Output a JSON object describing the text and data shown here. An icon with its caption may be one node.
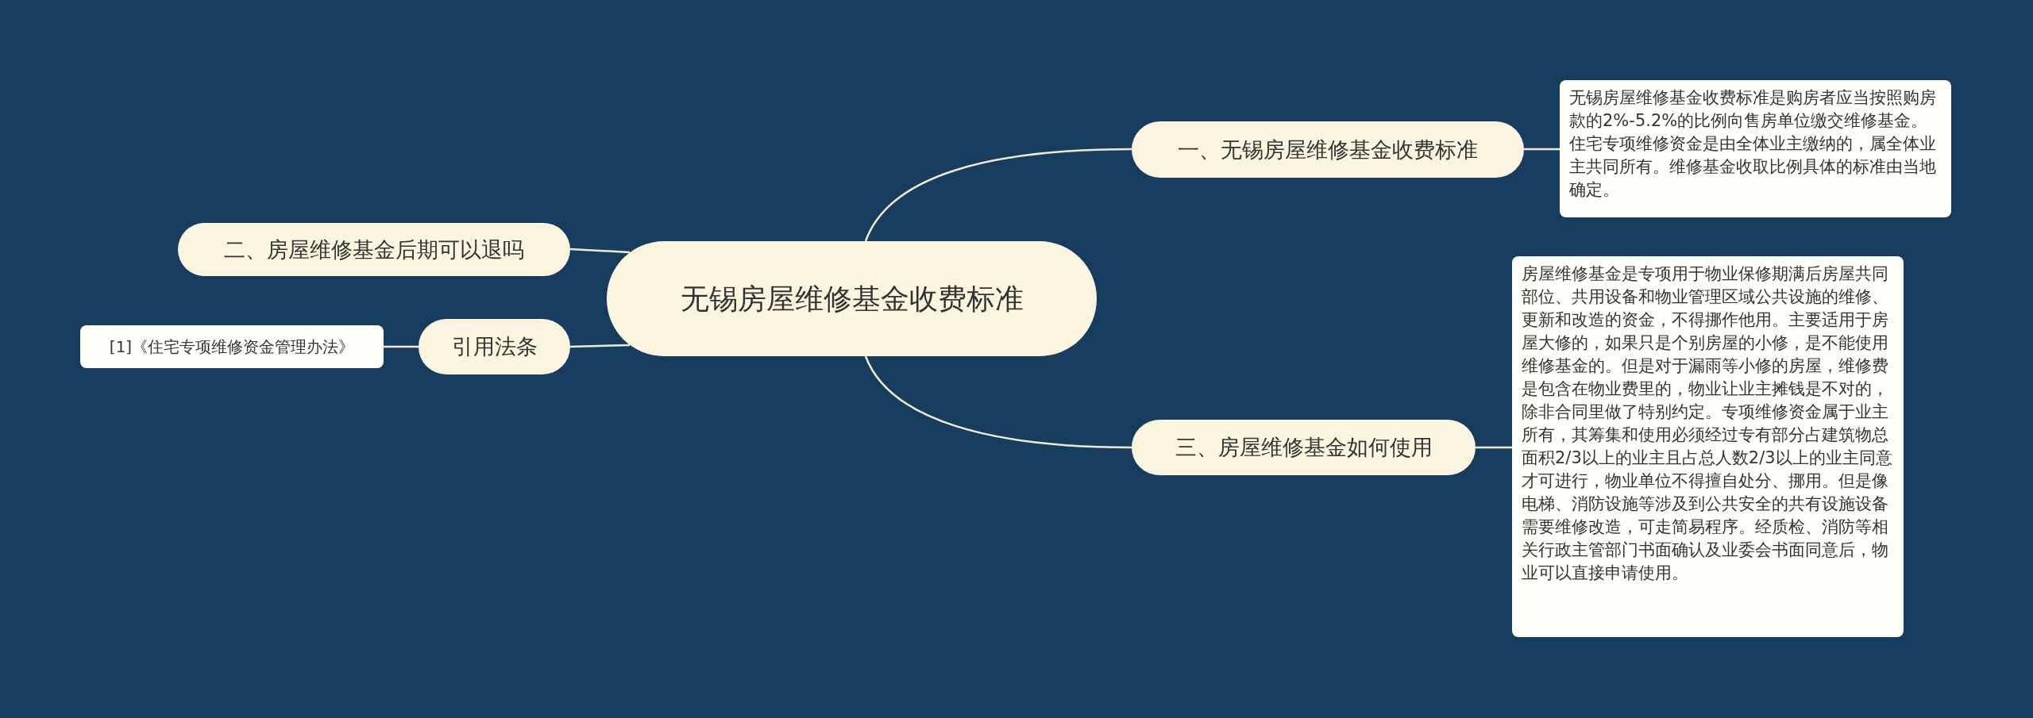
{
  "diagram": {
    "nodes": [
      {
        "text": [
          "无锡房屋维修基金收费标准"
        ]
      },
      {
        "text": [
          "一、无锡房屋维修基金收费标准"
        ]
      },
      {
        "text": [
          "无锡房屋维修基金收费标准是购房者应当按照购房款的2%-5.2%的比例向售房单位缴交维修基金。住宅专项维修资金是由全体业主缴纳的，属全体业主共同所有。维修基金收取比例具体的标准由当地确定。"
        ]
      },
      {
        "text": [
          "二、房屋维修基金后期可以退吗"
        ]
      },
      {
        "text": [
          "引用法条"
        ]
      },
      {
        "text": [
          "[1]《住宅专项维修资金管理办法》"
        ]
      },
      {
        "text": [
          "三、房屋维修基金如何使用"
        ]
      },
      {
        "text": [
          "房屋维修基金是专项用于物业保修期满后房屋共同部位、共用设备和物业管理区域公共设施的维修、更新和改造的资金，不得挪作他用。主要适用于房屋大修的，如果只是个别房屋的小修，是不能使用维修基金的。但是对于漏雨等小修的房屋，维修费是包含在物业费里的，物业让业主摊钱是不对的，除非合同里做了特别约定。专项维修资金属于业主所有，其筹集和使用必须经过专有部分占建筑物总面积2/3以上的业主且占总人数2/3以上的业主同意才可进行，物业单位不得擅自处分、挪用。但是像电梯、消防设施等涉及到公共安全的共有设施设备需要维修改造，可走简易程序。经质检、消防等相关行政主管部门书面确认及业委会书面同意后，物业可以直接申请使用。"
        ]
      }
    ],
    "edges": [
      {
        "from": 0,
        "to": 1,
        "arrow": "none"
      },
      {
        "from": 1,
        "to": 2,
        "arrow": "none"
      },
      {
        "from": 0,
        "to": 3,
        "arrow": "none"
      },
      {
        "from": 0,
        "to": 4,
        "arrow": "none"
      },
      {
        "from": 4,
        "to": 5,
        "arrow": "none"
      },
      {
        "from": 0,
        "to": 6,
        "arrow": "none"
      },
      {
        "from": 6,
        "to": 7,
        "arrow": "none"
      }
    ]
  }
}
